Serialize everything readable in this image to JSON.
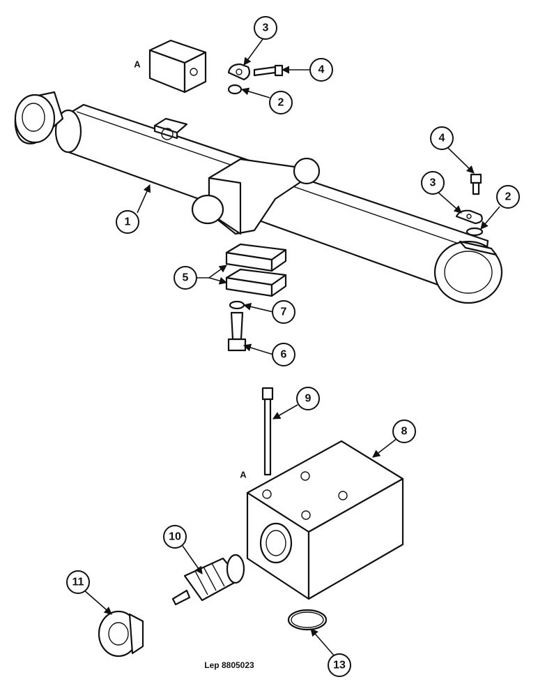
{
  "view_labels": {
    "upper": "A",
    "lower": "A"
  },
  "callouts": {
    "c1": "1",
    "c2a": "2",
    "c2b": "2",
    "c3a": "3",
    "c3b": "3",
    "c4a": "4",
    "c4b": "4",
    "c5": "5",
    "c6": "6",
    "c7": "7",
    "c8": "8",
    "c9": "9",
    "c10": "10",
    "c11": "11",
    "c13": "13"
  },
  "reference": "Lep 8805023"
}
